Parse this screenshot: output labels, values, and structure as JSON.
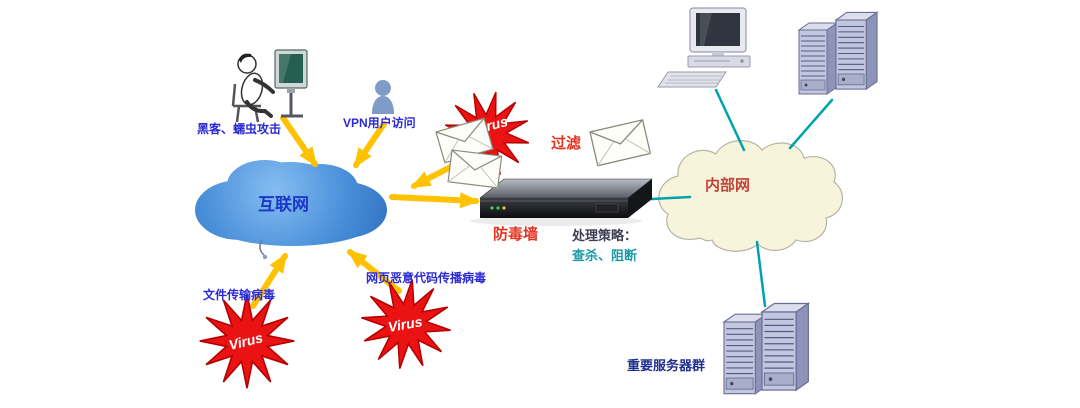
{
  "labels": {
    "hacker_attack": "黑客、蠕虫攻击",
    "vpn_access": "VPN用户访问",
    "internet": "互联网",
    "filter": "过滤",
    "firewall": "防毒墙",
    "strategy_title": "处理策略：",
    "strategy_detail": "查杀、阻断",
    "intranet": "内部网",
    "file_virus": "文件传输病毒",
    "web_virus": "网页恶意代码传播病毒",
    "server_group": "重要服务器群"
  },
  "virus": {
    "top": "Virus",
    "bottom_left": "Virus",
    "bottom_mid": "Virus"
  },
  "icons": {
    "hacker_at_computer": "person-at-monitor-icon",
    "vpn_user": "person-silhouette-icon",
    "internet_cloud": "cloud-icon",
    "intranet_cloud": "cloud-icon",
    "virus_burst": "starburst-icon",
    "mail": "envelope-icon",
    "firewall_appliance": "rack-device-icon",
    "desktop_pc": "desktop-computer-icon",
    "server_tower": "server-tower-icon"
  },
  "colors": {
    "label_blue": "#2b2bd6",
    "red": "#e53322",
    "teal": "#1c9aa6",
    "strategy_text": "#3e3e52",
    "arrow_yellow": "#ffc200",
    "line_teal": "#00a3ad",
    "star_red": "#ea1212",
    "cloud_blue": "#4a8fd9",
    "cloud_yellow": "#f8f4dc",
    "internet_text": "#1a38c8",
    "intranet_text": "#c1443a",
    "server_label": "#20308e"
  }
}
